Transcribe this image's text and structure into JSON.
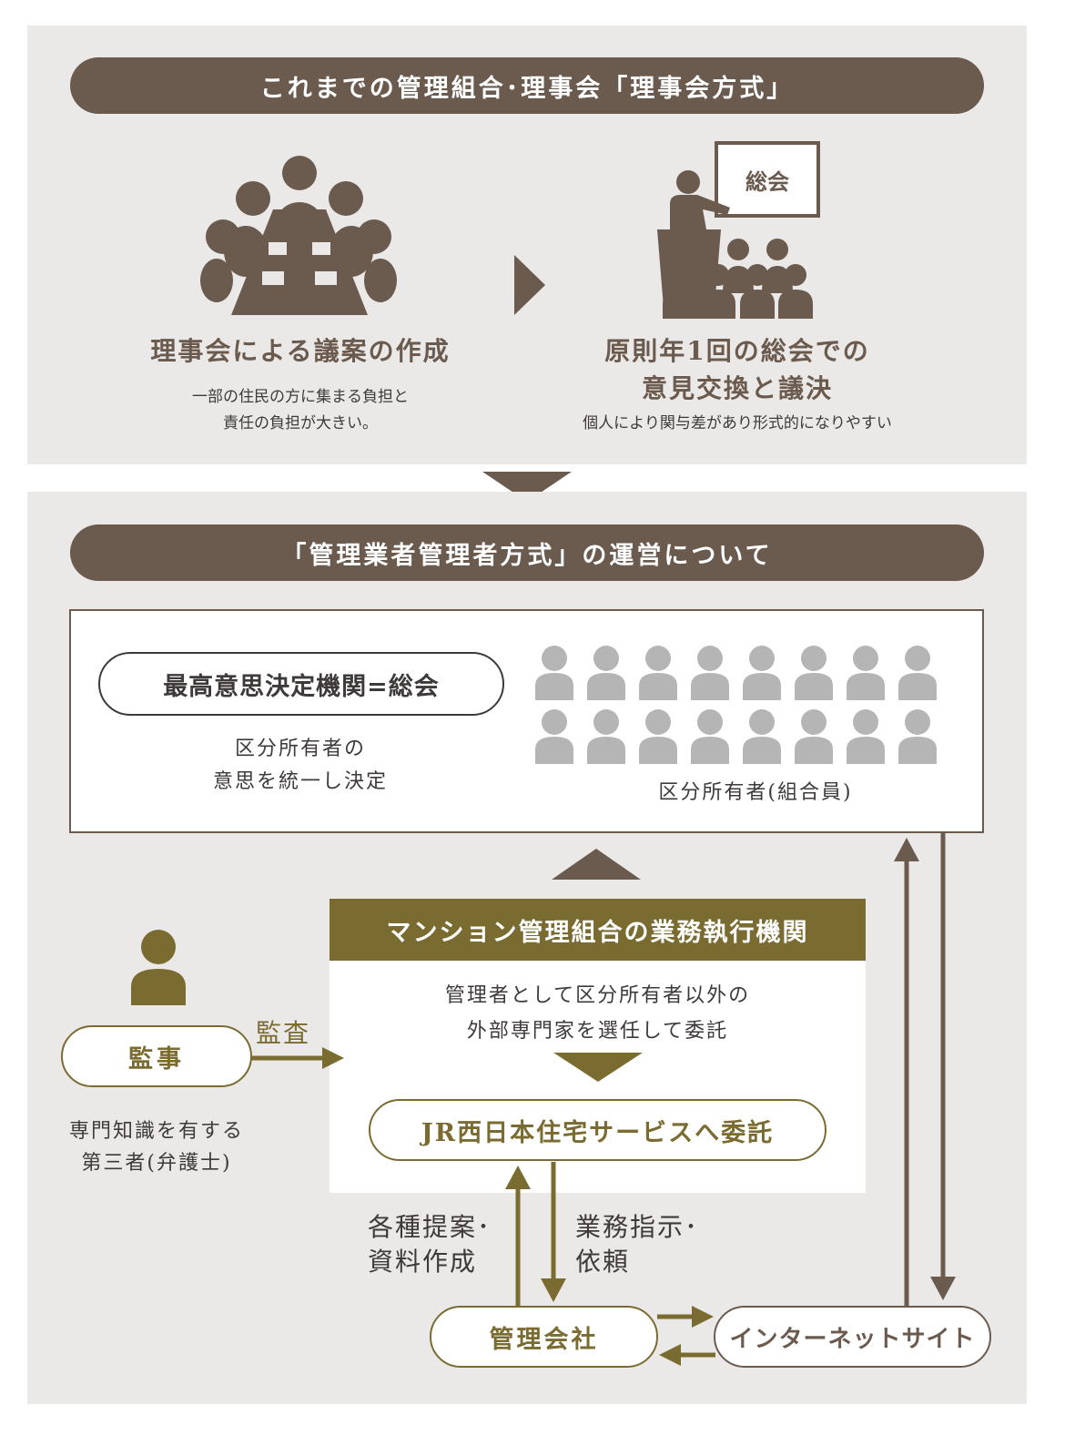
{
  "colors": {
    "brown": "#6b5a4e",
    "olive": "#7a6b31",
    "grey_panel": "#ebe9e7",
    "person_grey": "#b5b5b5"
  },
  "old_system": {
    "header": "これまでの管理組合･理事会「理事会方式」",
    "left": {
      "icon": "meeting-table-icon",
      "title": "理事会による議案の作成",
      "desc_lines": [
        "一部の住民の方に集まる負担と",
        "責任の負担が大きい。"
      ]
    },
    "right": {
      "icon": "general-assembly-icon",
      "board_label": "総会",
      "title_lines": [
        "原則年1回の総会での",
        "意見交換と議決"
      ],
      "desc": "個人により関与差があり形式的になりやすい"
    }
  },
  "new_system": {
    "header": "「管理業者管理者方式」の運営について",
    "assembly": {
      "pill": "最高意思決定機関=総会",
      "desc_lines": [
        "区分所有者の",
        "意思を統一し決定"
      ],
      "owners_label": "区分所有者(組合員)",
      "owner_icon_rows": 2,
      "owner_icons_per_row": 8
    },
    "execution": {
      "title": "マンション管理組合の業務執行機関",
      "desc_lines": [
        "管理者として区分所有者以外の",
        "外部専門家を選任して委託"
      ],
      "delegate_pill": "JR西日本住宅サービスへ委託"
    },
    "auditor": {
      "pill": "監事",
      "arrow_label": "監査",
      "desc_lines": [
        "専門知識を有する",
        "第三者(弁護士)"
      ]
    },
    "flows": {
      "up_label_lines": [
        "各種提案･",
        "資料作成"
      ],
      "down_label_lines": [
        "業務指示･",
        "依頼"
      ]
    },
    "company_pill": "管理会社",
    "internet_pill": "インターネットサイト"
  }
}
